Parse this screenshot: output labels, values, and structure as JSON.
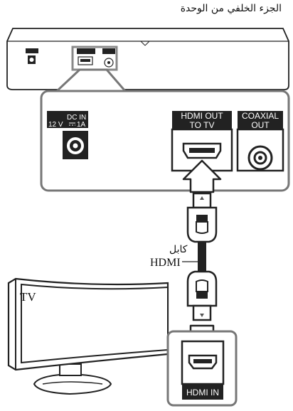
{
  "diagram": {
    "caption_rear_panel": "الجزء الخلفي من الوحدة",
    "cable_label_arabic": "كابل",
    "cable_label_english": "HDMI",
    "tv_label": "TV",
    "ports": {
      "dc_in": "DC IN",
      "voltage": "12 V",
      "current": "1A",
      "hdmi_out_line1": "HDMI OUT",
      "hdmi_out_line2": "TO TV",
      "coaxial_line1": "COAXIAL",
      "coaxial_line2": "OUT",
      "hdmi_in": "HDMI IN"
    }
  }
}
